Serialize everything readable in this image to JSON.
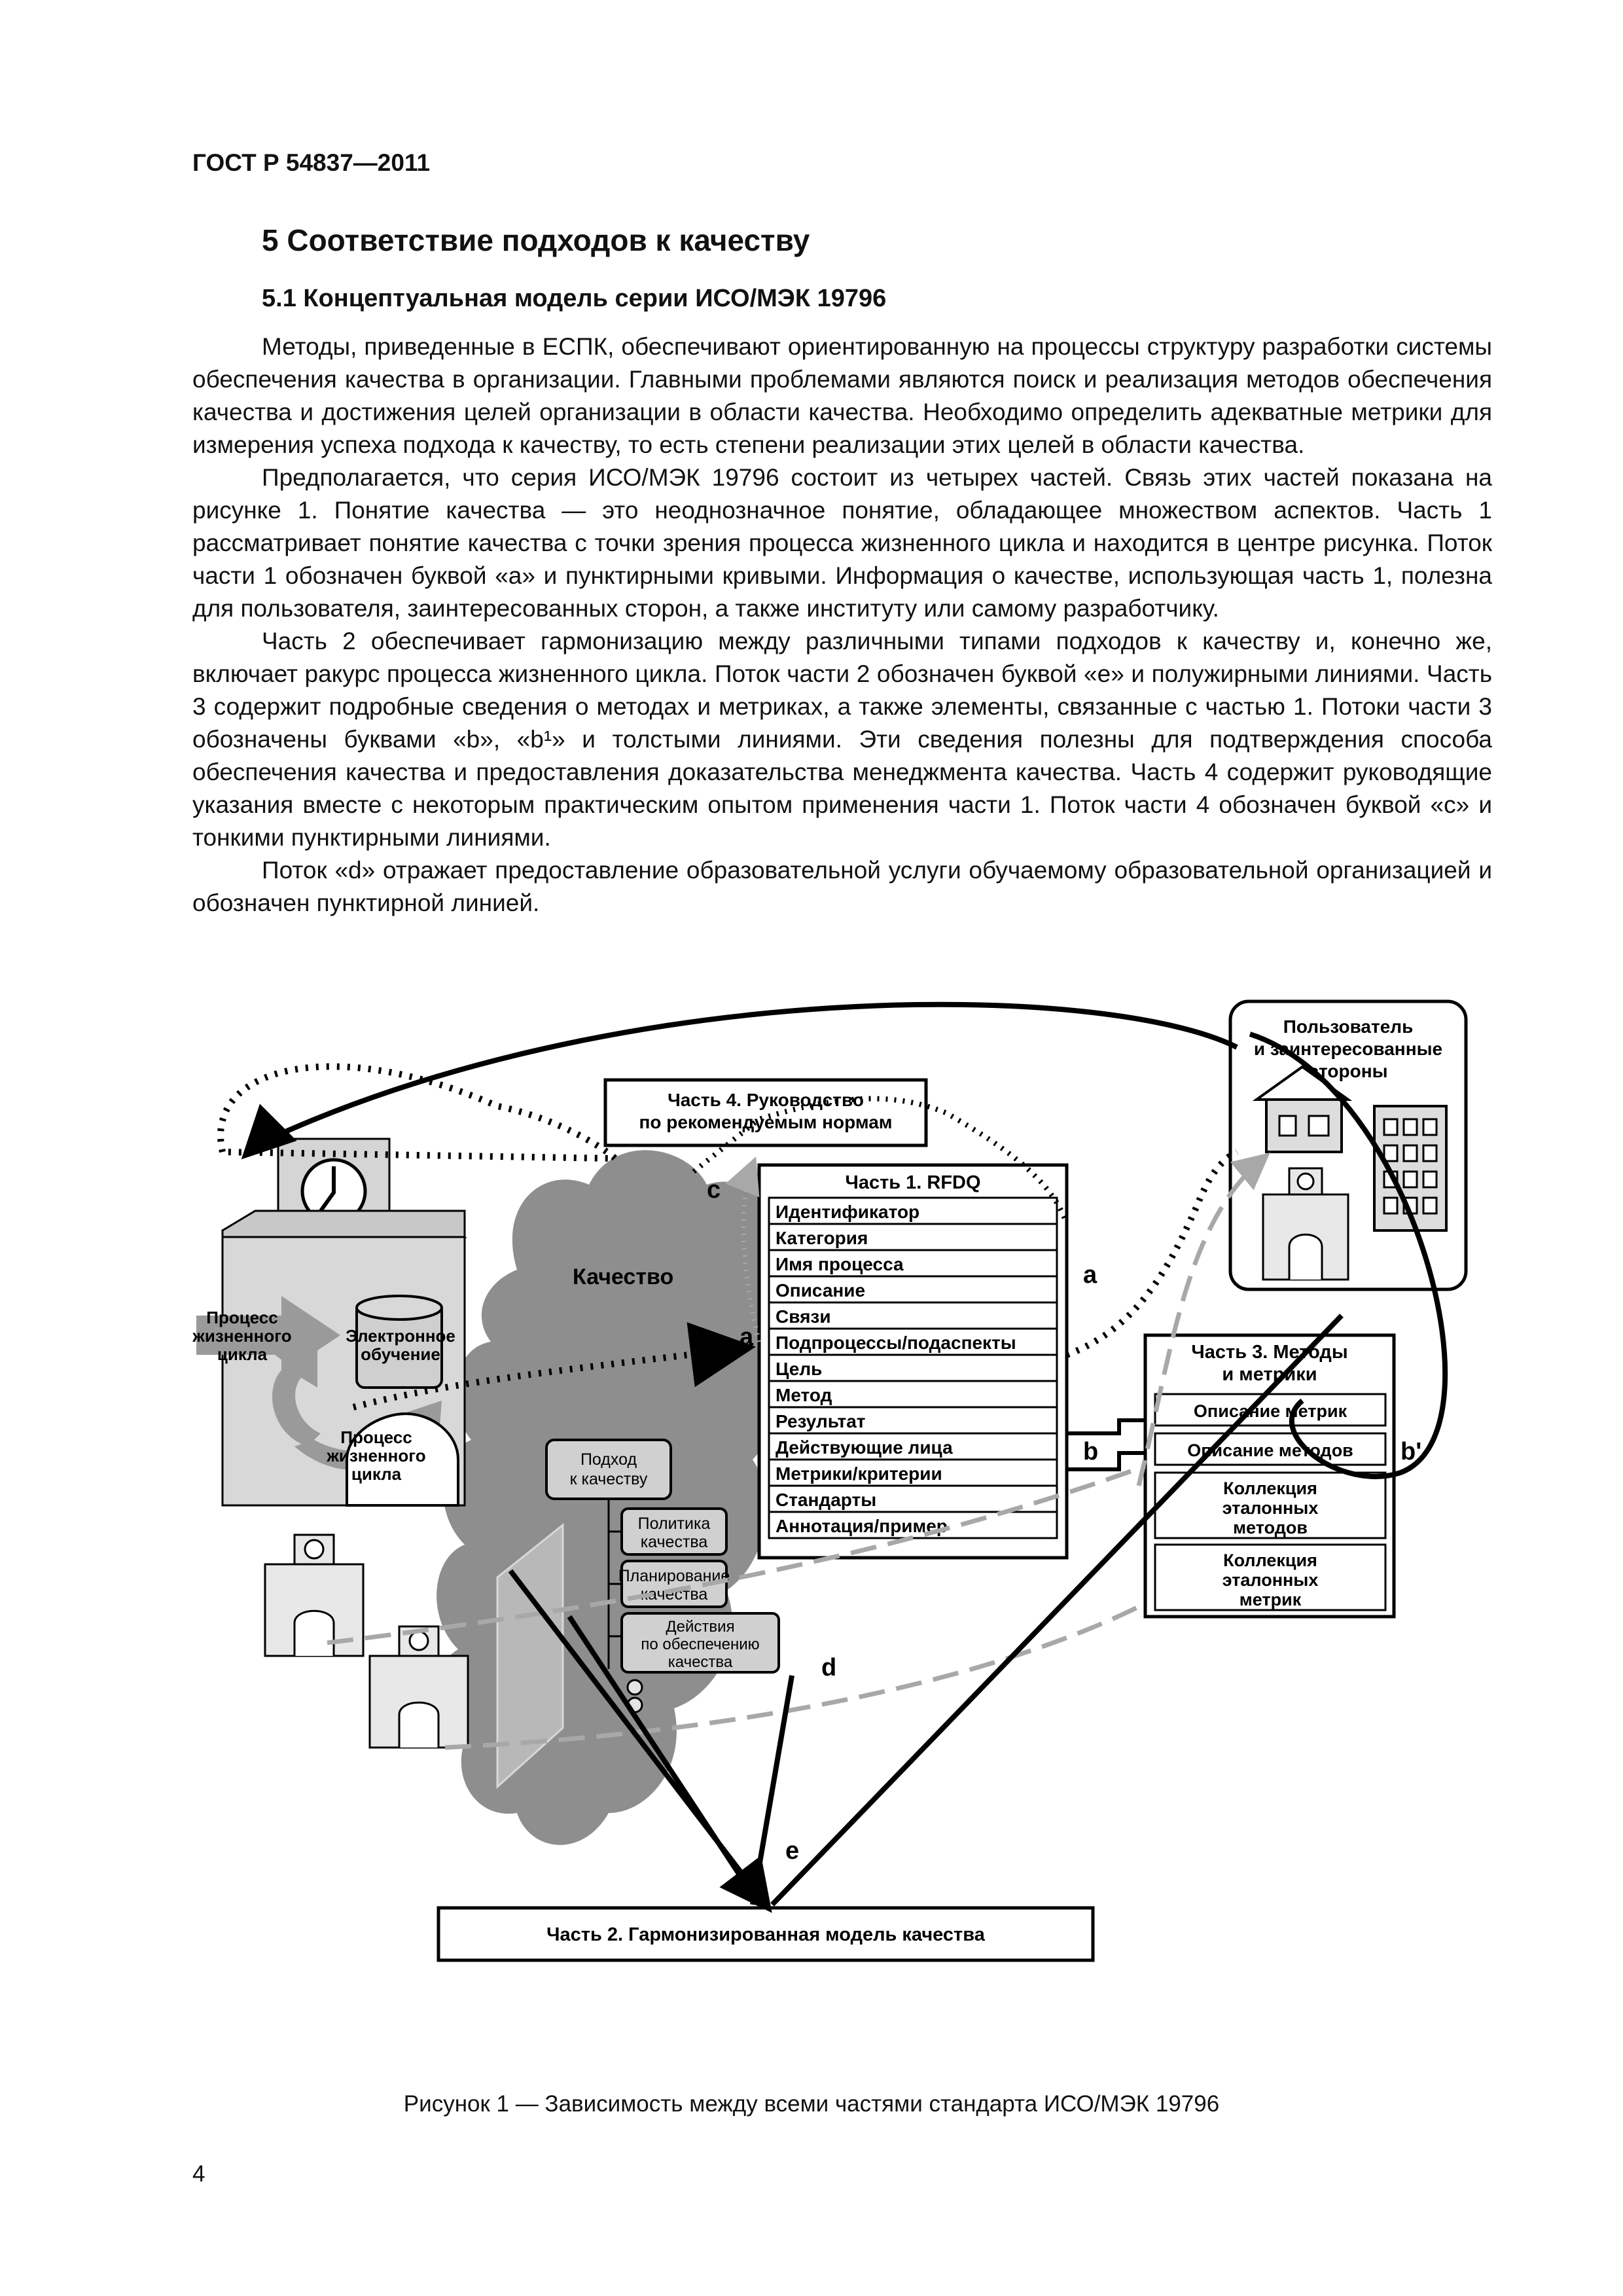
{
  "header": {
    "doc_code": "ГОСТ Р 54837—2011"
  },
  "section": {
    "title": "5 Соответствие подходов к качеству"
  },
  "subsection": {
    "title": "5.1 Концептуальная модель серии ИСО/МЭК 19796"
  },
  "paragraphs": [
    "Методы, приведенные в ЕСПК, обеспечивают ориентированную на процессы структуру разработки системы обеспечения качества в организации. Главными проблемами являются поиск и реализация методов обеспечения качества и достижения целей организации в области качества. Необходимо определить адекватные метрики для измерения успеха подхода к качеству, то есть степени реализации этих целей в области качества.",
    "Предполагается, что серия ИСО/МЭК 19796 состоит из четырех частей. Связь этих частей показана на рисунке 1. Понятие качества — это неоднозначное понятие, обладающее множеством аспектов. Часть 1 рассматривает понятие качества с точки зрения процесса жизненного цикла и находится в центре рисунка. Поток части 1 обозначен буквой «а» и пунктирными кривыми. Информация о качестве, использующая часть 1, полезна для пользователя, заинтересованных сторон, а также институту или самому разработчику.",
    "Часть 2 обеспечивает гармонизацию между различными типами подходов к качеству и, конечно же, включает ракурс процесса жизненного цикла. Поток части 2 обозначен буквой «е» и полужирными линиями. Часть 3 содержит подробные сведения о методах и метриках, а также элементы, связанные с частью 1. Потоки части 3 обозначены буквами «b», «b¹» и толстыми линиями. Эти сведения полезны для подтверждения способа обеспечения качества и предоставления доказательства менеджмента качества. Часть 4 содержит руководящие указания вместе с некоторым практическим опытом применения части 1. Поток части 4 обозначен буквой «с» и тонкими пунктирными линиями.",
    "Поток «d» отражает предоставление образовательной услуги обучаемому образовательной организацией и обозначен пунктирной линией."
  ],
  "figure": {
    "caption": "Рисунок 1 — Зависимость между всеми частями стандарта ИСО/МЭК 19796",
    "user_box": [
      "Пользователь",
      "и заинтересованные",
      "стороны"
    ],
    "part4": [
      "Часть 4. Руководство",
      "по рекомендуемым нормам"
    ],
    "part1_title": "Часть 1. RFDQ",
    "part1_rows": [
      "Идентификатор",
      "Категория",
      "Имя процесса",
      "Описание",
      "Связи",
      "Подпроцессы/подаспекты",
      "Цель",
      "Метод",
      "Результат",
      "Действующие лица",
      "Метрики/критерии",
      "Стандарты",
      "Аннотация/пример"
    ],
    "part3_title": [
      "Часть 3. Методы",
      "и метрики"
    ],
    "part3_rows": [
      [
        "Описание метрик"
      ],
      [
        "Описание методов"
      ],
      [
        "Коллекция",
        "эталонных",
        "методов"
      ],
      [
        "Коллекция",
        "эталонных",
        "метрик"
      ]
    ],
    "part2": "Часть 2. Гармонизированная модель качества",
    "quality_label": "Качество",
    "lifecycle_top": [
      "Процесс",
      "жизненного",
      "цикла"
    ],
    "lifecycle_bottom": [
      "Процесс",
      "жизненного",
      "цикла"
    ],
    "elearning": [
      "Электронное",
      "обучение"
    ],
    "approach": [
      "Подход",
      "к качеству"
    ],
    "sub_items": [
      [
        "Политика",
        "качества"
      ],
      [
        "Планирование",
        "качества"
      ],
      [
        "Действия",
        "по обеспечению",
        "качества"
      ]
    ],
    "flow_labels": {
      "a_left": "a",
      "a_right": "a",
      "b": "b",
      "b_prime": "b'",
      "c": "c",
      "d": "d",
      "e": "e"
    }
  },
  "footer": {
    "page_number": "4"
  }
}
